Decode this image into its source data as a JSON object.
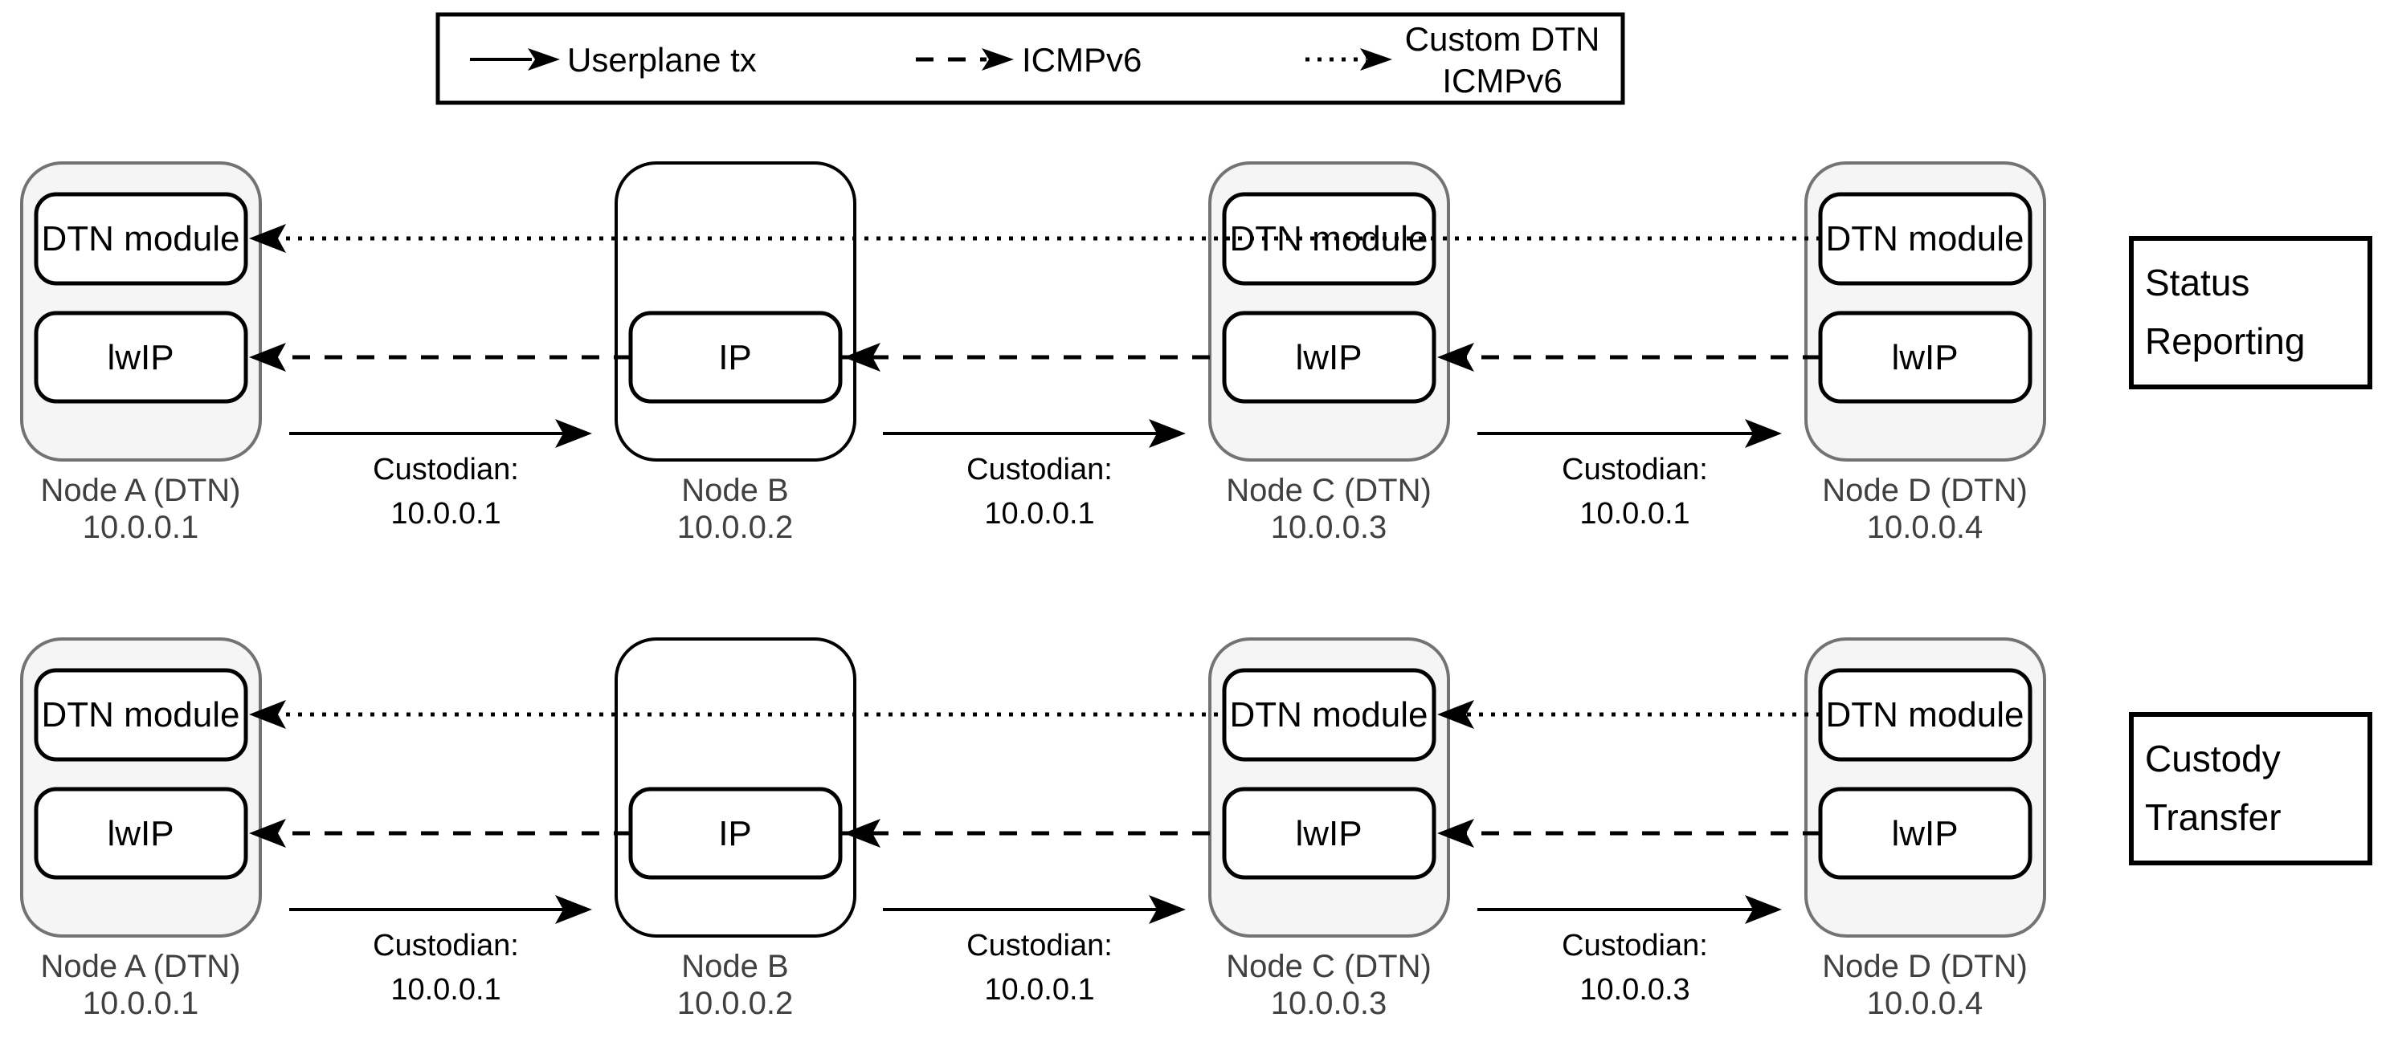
{
  "colors": {
    "background": "#ffffff",
    "container_fill": "#f5f5f5",
    "container_border": "#737373",
    "line": "#000000",
    "node_label_gray": "#404040"
  },
  "legend": {
    "items": [
      {
        "style": "solid",
        "label": "Userplane tx"
      },
      {
        "style": "dashed",
        "label": "ICMPv6"
      },
      {
        "style": "dotted",
        "label_line1": "Custom DTN",
        "label_line2": "ICMPv6"
      }
    ]
  },
  "rows": [
    {
      "side_label": {
        "line1": "Status",
        "line2": "Reporting"
      },
      "nodes": [
        {
          "name": "Node A (DTN)",
          "ip": "10.0.0.1",
          "module_top": "DTN module",
          "module_bottom": "lwIP"
        },
        {
          "name": "Node B",
          "ip": "10.0.0.2",
          "module_bottom": "IP"
        },
        {
          "name": "Node C (DTN)",
          "ip": "10.0.0.3",
          "module_top": "DTN module",
          "module_bottom": "lwIP"
        },
        {
          "name": "Node D (DTN)",
          "ip": "10.0.0.4",
          "module_top": "DTN module",
          "module_bottom": "lwIP"
        }
      ],
      "custodians": [
        {
          "label": "Custodian:",
          "ip": "10.0.0.1"
        },
        {
          "label": "Custodian:",
          "ip": "10.0.0.1"
        },
        {
          "label": "Custodian:",
          "ip": "10.0.0.1"
        }
      ]
    },
    {
      "side_label": {
        "line1": "Custody",
        "line2": "Transfer"
      },
      "nodes": [
        {
          "name": "Node A (DTN)",
          "ip": "10.0.0.1",
          "module_top": "DTN module",
          "module_bottom": "lwIP"
        },
        {
          "name": "Node B",
          "ip": "10.0.0.2",
          "module_bottom": "IP"
        },
        {
          "name": "Node C (DTN)",
          "ip": "10.0.0.3",
          "module_top": "DTN module",
          "module_bottom": "lwIP"
        },
        {
          "name": "Node D (DTN)",
          "ip": "10.0.0.4",
          "module_top": "DTN module",
          "module_bottom": "lwIP"
        }
      ],
      "custodians": [
        {
          "label": "Custodian:",
          "ip": "10.0.0.1"
        },
        {
          "label": "Custodian:",
          "ip": "10.0.0.1"
        },
        {
          "label": "Custodian:",
          "ip": "10.0.0.3"
        }
      ]
    }
  ]
}
